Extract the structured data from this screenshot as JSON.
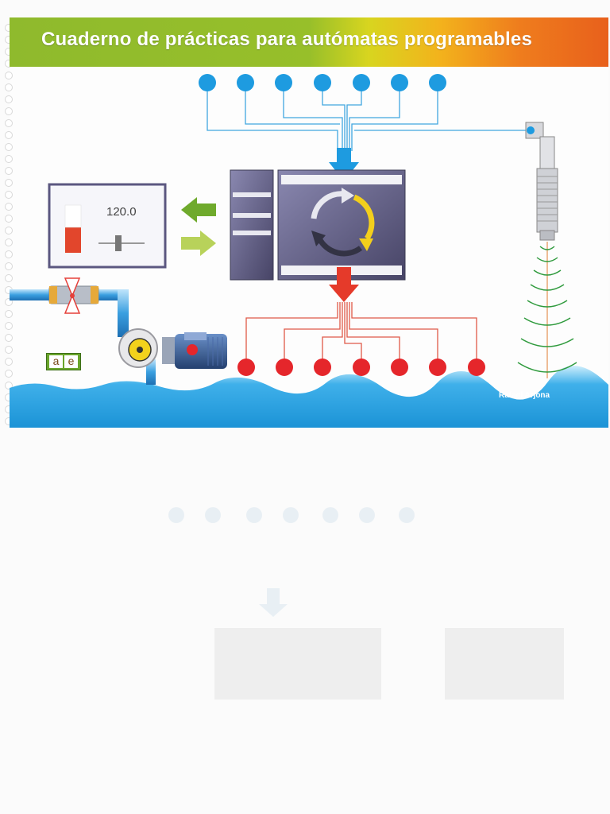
{
  "header": {
    "title": "Cuaderno de prácticas para autómatas programables"
  },
  "hmi": {
    "value": "120.0"
  },
  "badge": {
    "letter_a": "a",
    "letter_e": "e"
  },
  "footer": {
    "author": "Rafael Arjona"
  },
  "colors": {
    "input_dot": "#1e9be0",
    "output_dot": "#e5262b",
    "input_arrow": "#1e9be0",
    "output_arrow": "#e53a2a",
    "water": "#3fa9e6"
  }
}
